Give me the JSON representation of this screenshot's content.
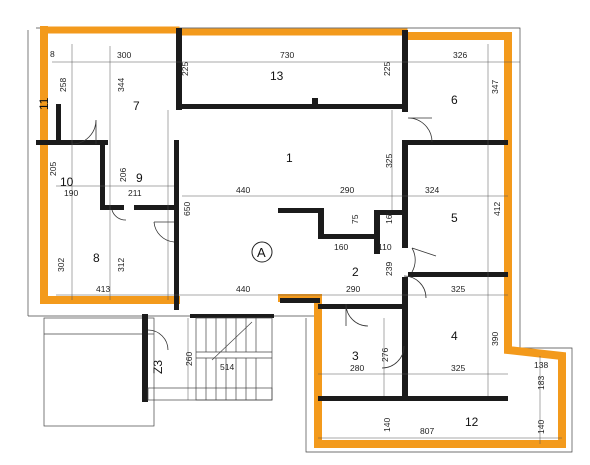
{
  "colors": {
    "terrace_highlight": "#f39a1c",
    "wall": "#1b1b1b",
    "line": "#444444"
  },
  "section_marker": "A",
  "rooms": {
    "r1": "1",
    "r2": "2",
    "r3": "3",
    "r4": "4",
    "r5": "5",
    "r6": "6",
    "r7": "7",
    "r8": "8",
    "r9": "9",
    "r10": "10",
    "r11": "11",
    "r12": "12",
    "r13": "13",
    "z3": "Z3"
  },
  "dimensions": {
    "top_300": "300",
    "top_730": "730",
    "top_326": "326",
    "d_225a": "225",
    "d_225b": "225",
    "d_258": "258",
    "d_344": "344",
    "d_347": "347",
    "d_8": "8",
    "d_325v": "325",
    "d_205": "205",
    "d_190": "190",
    "d_206": "206",
    "d_211": "211",
    "d_440a": "440",
    "d_290a": "290",
    "d_324": "324",
    "d_650": "650",
    "d_412": "412",
    "d_75": "75",
    "d_160a": "160",
    "d_160b": "160",
    "d_110": "110",
    "d_239": "239",
    "d_302": "302",
    "d_312": "312",
    "d_413": "413",
    "d_440b": "440",
    "d_290b": "290",
    "d_325a": "325",
    "d_260": "260",
    "d_514": "514",
    "d_276": "276",
    "d_280": "280",
    "d_325b": "325",
    "d_390": "390",
    "d_138": "138",
    "d_183": "183",
    "d_140a": "140",
    "d_807": "807",
    "d_140b": "140"
  }
}
